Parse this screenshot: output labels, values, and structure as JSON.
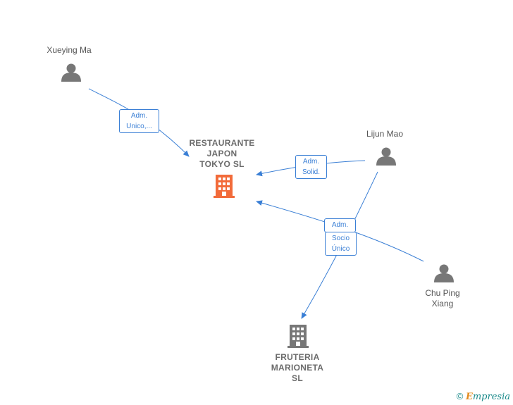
{
  "nodes": {
    "xueying_ma": {
      "label": "Xueying Ma",
      "icon": "person-icon"
    },
    "lijun_mao": {
      "label": "Lijun Mao",
      "icon": "person-icon"
    },
    "chu_ping_xiang": {
      "label": "Chu Ping\nXiang",
      "icon": "person-icon"
    },
    "restaurante": {
      "label": "RESTAURANTE\nJAPON\nTOKYO SL",
      "icon": "building-icon",
      "color": "#f26b3a"
    },
    "fruteria": {
      "label": "FRUTERIA\nMARIONETA\nSL",
      "icon": "building-icon",
      "color": "#777777"
    }
  },
  "edges": {
    "xueying_restaurante": {
      "label": "Adm.\nUnico,..."
    },
    "lijun_restaurante": {
      "label": "Adm.\nSolid."
    },
    "chu_restaurante": {
      "label": "Adm."
    },
    "lijun_fruteria": {
      "label": "Socio\nÚnico"
    }
  },
  "colors": {
    "edge": "#3a7fd5",
    "person": "#777777"
  },
  "footer": {
    "copyright": "©",
    "brand_first": "E",
    "brand_rest": "mpresia"
  }
}
